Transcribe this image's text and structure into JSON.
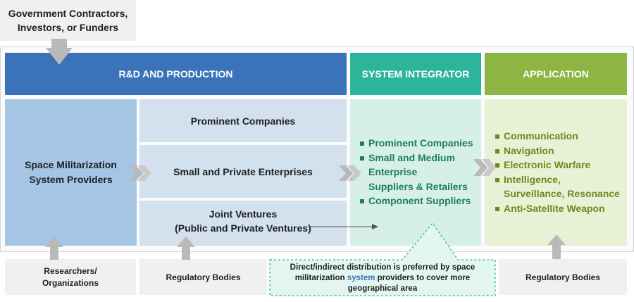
{
  "top_source": {
    "label_line1": "Government Contractors,",
    "label_line2": "Investors, or Funders"
  },
  "headers": {
    "rnd": "R&D AND PRODUCTION",
    "integrator": "SYSTEM INTEGRATOR",
    "application": "APPLICATION"
  },
  "providers": {
    "line1": "Space Militarization",
    "line2": "System Providers"
  },
  "rnd_rows": {
    "prominent": "Prominent Companies",
    "small_private": "Small and Private Enterprises",
    "joint_line1": "Joint Ventures",
    "joint_line2": "(Public and Private Ventures)"
  },
  "integrator_items": [
    "Prominent Companies",
    "Small and Medium",
    "Enterprise",
    "Suppliers & Retailers",
    "Component Suppliers"
  ],
  "application_items": [
    "Communication",
    "Navigation",
    "Electronic Warfare",
    "Intelligence,",
    "Surveillance, Resonance",
    "Anti-Satellite Weapon"
  ],
  "bottom": {
    "researchers_line1": "Researchers/",
    "researchers_line2": "Organizations",
    "regulatory_left": "Regulatory Bodies",
    "regulatory_right": "Regulatory Bodies",
    "note_line1": "Direct/indirect distribution is preferred by space",
    "note_line2_a": "militarization ",
    "note_line2_b": "system",
    "note_line2_c": " providers to cover more",
    "note_line3": "geographical area"
  },
  "colors": {
    "rnd_header": "#3a73b8",
    "integrator_header": "#2db59b",
    "application_header": "#8db543",
    "integrator_text": "#1f7d59",
    "application_text": "#6a8a1f"
  }
}
